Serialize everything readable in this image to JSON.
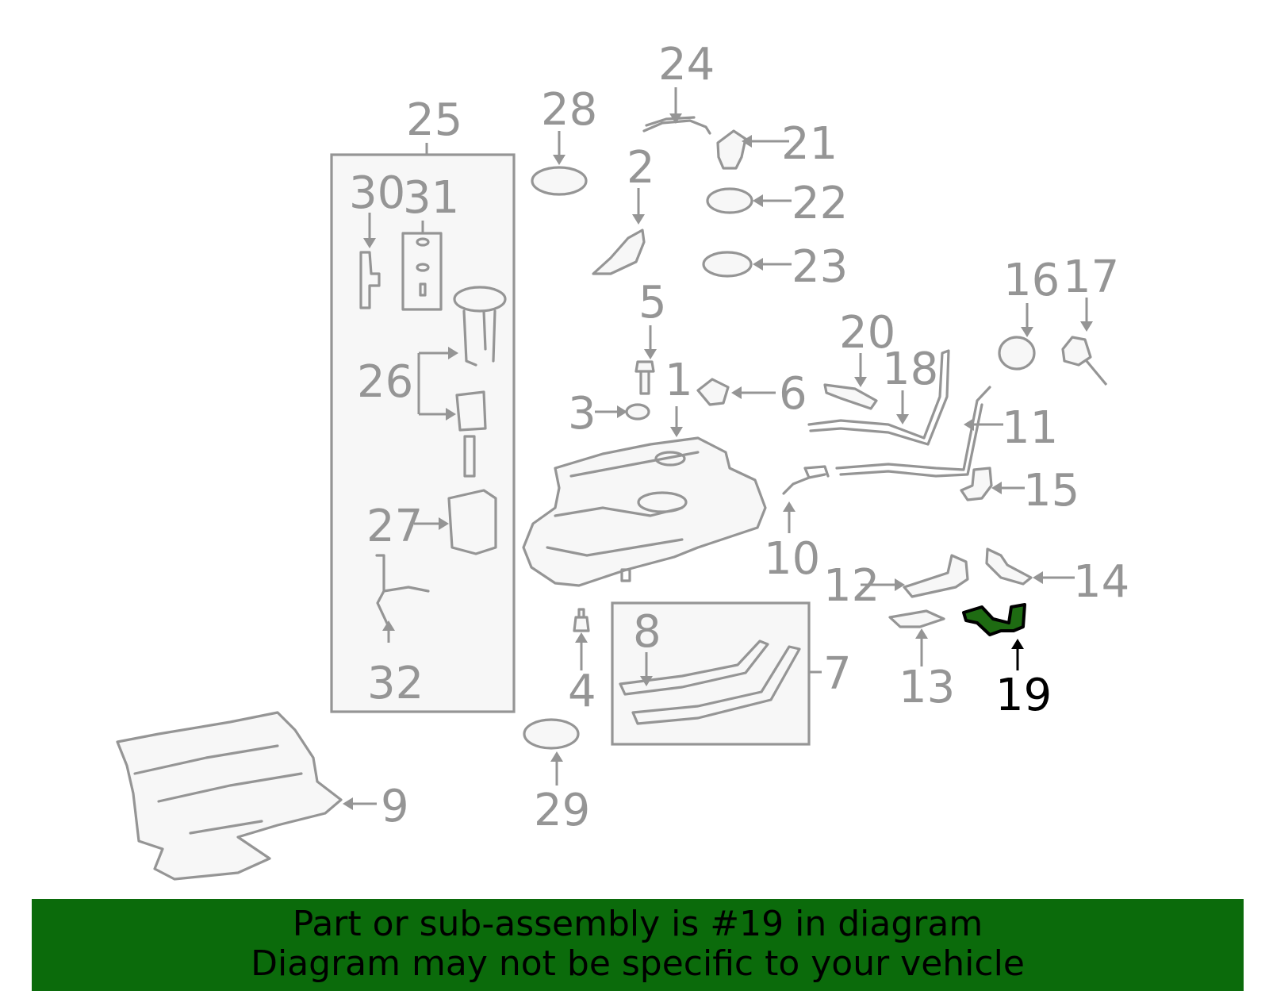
{
  "colors": {
    "part_stroke": "#959595",
    "highlight_fill": "#1e6b12",
    "banner_background": "#0b6b0b",
    "banner_text": "#000000"
  },
  "callouts": {
    "c1": "1",
    "c2": "2",
    "c3": "3",
    "c4": "4",
    "c5": "5",
    "c6": "6",
    "c7": "7",
    "c8": "8",
    "c9": "9",
    "c10": "10",
    "c11": "11",
    "c12": "12",
    "c13": "13",
    "c14": "14",
    "c15": "15",
    "c16": "16",
    "c17": "17",
    "c18": "18",
    "c19": "19",
    "c20": "20",
    "c21": "21",
    "c22": "22",
    "c23": "23",
    "c24": "24",
    "c25": "25",
    "c26": "26",
    "c27": "27",
    "c28": "28",
    "c29": "29",
    "c30": "30",
    "c31": "31",
    "c32": "32"
  },
  "highlighted_part": "19",
  "banner": {
    "line1": "Part or sub-assembly is #19 in diagram",
    "line2": "Diagram may not be specific to your vehicle"
  }
}
